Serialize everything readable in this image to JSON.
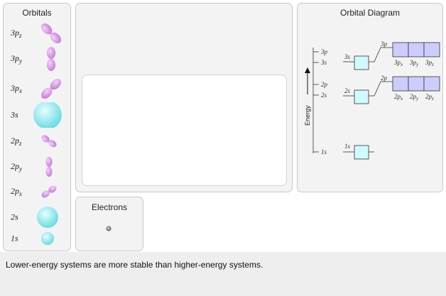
{
  "orbitals_panel": {
    "title": "Orbitals",
    "items": [
      {
        "name": "3p",
        "sub": "z",
        "shape": "p-tilted-right",
        "color": "#d48ae6"
      },
      {
        "name": "3p",
        "sub": "y",
        "shape": "p-vertical",
        "color": "#d48ae6"
      },
      {
        "name": "3p",
        "sub": "x",
        "shape": "p-tilted-left",
        "color": "#d48ae6"
      },
      {
        "name": "3s",
        "sub": "",
        "shape": "s-large",
        "color": "#7fe8ee"
      },
      {
        "name": "2p",
        "sub": "z",
        "shape": "p-tilted-right-small",
        "color": "#d48ae6"
      },
      {
        "name": "2p",
        "sub": "y",
        "shape": "p-vertical-small",
        "color": "#d48ae6"
      },
      {
        "name": "2p",
        "sub": "x",
        "shape": "p-tilted-left-small",
        "color": "#d48ae6"
      },
      {
        "name": "2s",
        "sub": "",
        "shape": "s-medium",
        "color": "#7fe8ee"
      },
      {
        "name": "1s",
        "sub": "",
        "shape": "s-small",
        "color": "#7fe8ee"
      }
    ]
  },
  "electrons_panel": {
    "title": "Electrons"
  },
  "orbital_diagram": {
    "title": "Orbital Diagram",
    "axis_label": "Energy",
    "axis_ticks": [
      "3p",
      "3s",
      "2p",
      "2s",
      "1s"
    ],
    "levels": {
      "3s": "3s",
      "3p": "3p",
      "3p_boxes": [
        "3p",
        "3p",
        "3p"
      ],
      "3p_subs": [
        "x",
        "y",
        "z"
      ],
      "2s": "2s",
      "2p": "2p",
      "2p_boxes": [
        "2p",
        "2p",
        "2p"
      ],
      "2p_subs": [
        "x",
        "y",
        "z"
      ],
      "1s": "1s"
    }
  },
  "footer": {
    "message": "Lower-energy systems are more stable than higher-energy systems."
  },
  "colors": {
    "s_box": "#cffaff",
    "p_box": "#ccccff",
    "p_lobe": "#d48ae6",
    "s_sphere": "#7fe8ee"
  }
}
